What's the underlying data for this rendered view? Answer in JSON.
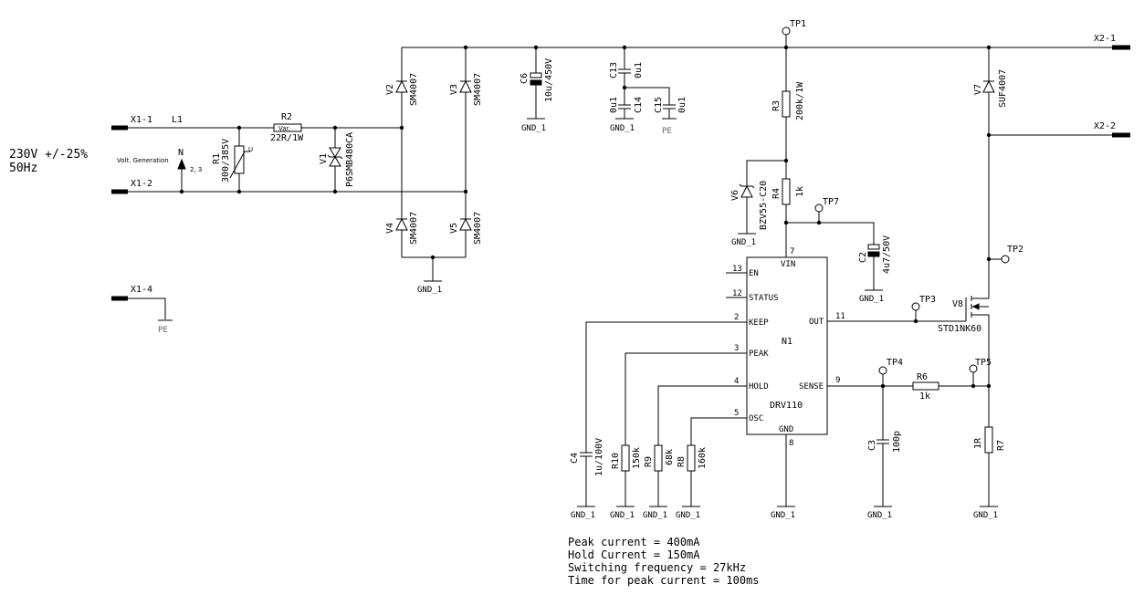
{
  "supply": {
    "line1": "230V +/-25%",
    "line2": "50Hz"
  },
  "connectors": {
    "x1_1": "X1-1",
    "x1_2": "X1-2",
    "x1_4": "X1-4",
    "x2_1": "X2-1",
    "x2_2": "X2-2"
  },
  "parts": {
    "l1": "L1",
    "r2_name": "R2",
    "r2_value": "22R/1W",
    "r2_body": "Var.",
    "r1_name": "R1",
    "r1_value": "300/385V",
    "r1_u": "U",
    "n_name": "N",
    "n_desc": "Volt. Generation",
    "n_pins": "2, 3",
    "v1_name": "V1",
    "v1_value": "P6SMB480CA",
    "v2_name": "V2",
    "v2_value": "SM4007",
    "v3_name": "V3",
    "v3_value": "SM4007",
    "v4_name": "V4",
    "v4_value": "SM4007",
    "v5_name": "V5",
    "v5_value": "SM4007",
    "c6_name": "C6",
    "c6_value": "10u/450V",
    "c13_name": "C13",
    "c13_value": "0u1",
    "c14_name": "C14",
    "c14_value": "0u1",
    "c15_name": "C15",
    "c15_value": "0u1",
    "r3_name": "R3",
    "r3_value": "200k/1W",
    "r4_name": "R4",
    "r4_value": "1k",
    "v6_name": "V6",
    "v6_value": "BZV55-C20",
    "c2_name": "C2",
    "c2_value": "4u7/50V",
    "v7_name": "V7",
    "v7_value": "SUF4007",
    "v8_name": "V8",
    "v8_value": "STD1NK60",
    "r6_name": "R6",
    "r6_value": "1k",
    "r7_name": "R7",
    "r7_value": "1R",
    "c3_name": "C3",
    "c3_value": "100p",
    "c4_name": "C4",
    "c4_value": "1u/100V",
    "r10_name": "R10",
    "r10_value": "150k",
    "r9_name": "R9",
    "r9_value": "68k",
    "r8_name": "R8",
    "r8_value": "160k"
  },
  "testpoints": {
    "tp1": "TP1",
    "tp2": "TP2",
    "tp3": "TP3",
    "tp4": "TP4",
    "tp5": "TP5",
    "tp7": "TP7"
  },
  "nets": {
    "gnd": "GND_1",
    "pe": "PE"
  },
  "ic": {
    "name": "N1",
    "part": "DRV110",
    "pins": {
      "en": "EN",
      "status": "STATUS",
      "keep": "KEEP",
      "peak": "PEAK",
      "hold": "HOLD",
      "osc": "OSC",
      "vin": "VIN",
      "gnd": "GND",
      "out": "OUT",
      "sense": "SENSE"
    },
    "pin_numbers": {
      "en": "13",
      "status": "12",
      "keep": "2",
      "peak": "3",
      "hold": "4",
      "osc": "5",
      "vin": "7",
      "gnd": "8",
      "out": "11",
      "sense": "9"
    }
  },
  "notes": [
    "Peak current = 400mA",
    "Hold Current = 150mA",
    "Switching frequency = 27kHz",
    "Time for peak current = 100ms"
  ]
}
